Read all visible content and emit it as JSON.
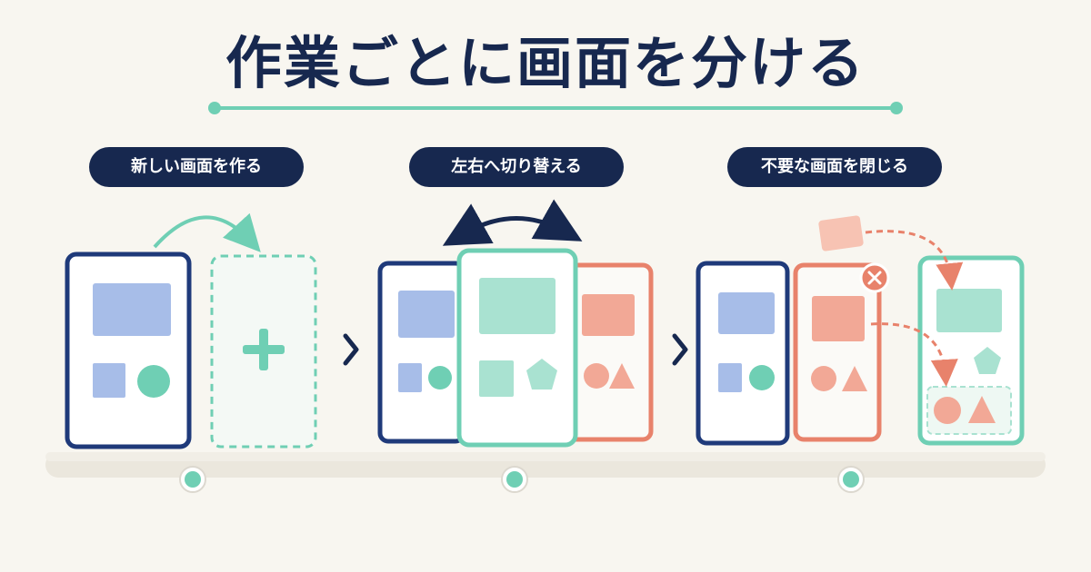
{
  "title": "作業ごとに画面を分ける",
  "steps": [
    {
      "label": "新しい画面を作る"
    },
    {
      "label": "左右へ切り替える"
    },
    {
      "label": "不要な画面を閉じる"
    }
  ],
  "colors": {
    "navy": "#17284f",
    "teal": "#6fcfb4",
    "blue": "#a7bde8",
    "salmon": "#f2a896",
    "background": "#f8f6f0"
  },
  "icons": [
    "plus-icon",
    "chevron-right-icon",
    "double-arrow-icon",
    "close-icon",
    "curved-arrow-icon"
  ]
}
